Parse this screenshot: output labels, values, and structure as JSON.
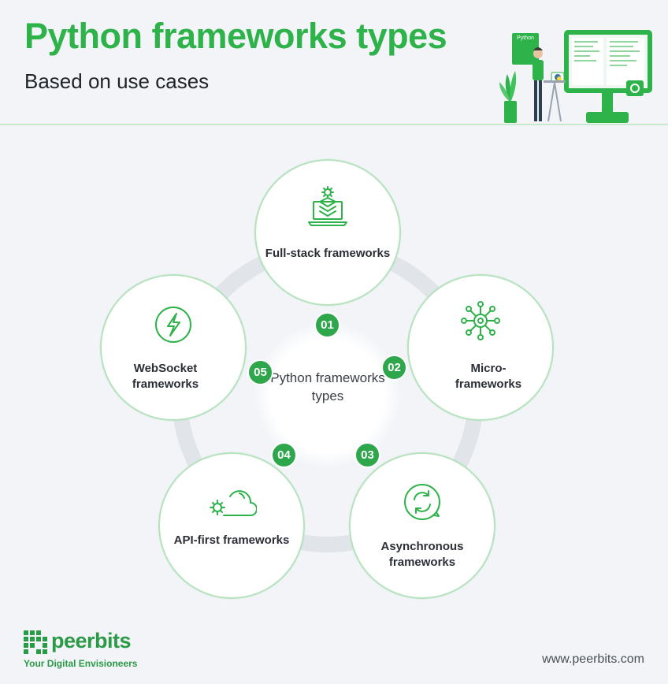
{
  "header": {
    "title": "Python frameworks types",
    "subtitle": "Based on use cases",
    "illustration_screen_label": "Python"
  },
  "diagram": {
    "center_label": "Python frameworks types",
    "accent_color": "#2eb24a",
    "nodes": [
      {
        "number": "01",
        "label": "Full-stack frameworks",
        "icon": "laptop-gear-layers-icon"
      },
      {
        "number": "02",
        "label": "Micro- frameworks",
        "icon": "network-hub-icon"
      },
      {
        "number": "03",
        "label": "Asynchronous frameworks",
        "icon": "circular-sync-icon"
      },
      {
        "number": "04",
        "label": "API-first frameworks",
        "icon": "cloud-gear-icon"
      },
      {
        "number": "05",
        "label": "WebSocket frameworks",
        "icon": "lightning-circle-icon"
      }
    ]
  },
  "footer": {
    "brand": "peerbits",
    "tagline": "Your Digital Envisioneers",
    "website": "www.peerbits.com"
  }
}
